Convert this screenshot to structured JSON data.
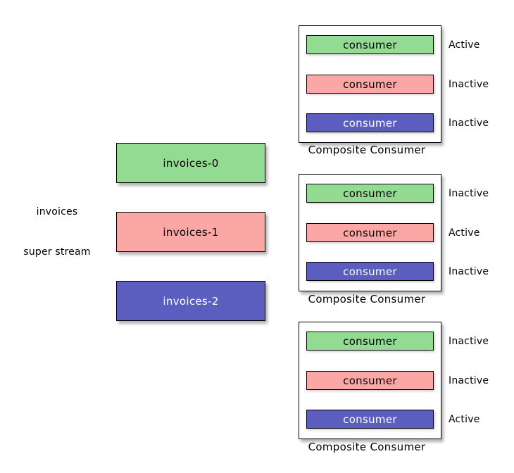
{
  "palette": {
    "green": "#93DB93",
    "pink": "#FBA7A5",
    "blue": "#5B5EBE",
    "border": "#000000",
    "background": "#FFFFFF",
    "text_dark": "#000000",
    "text_light": "#FFFFFF"
  },
  "super_stream": {
    "name_label": "invoices",
    "type_label": "super stream",
    "partitions": [
      {
        "label": "invoices-0",
        "color": "green"
      },
      {
        "label": "invoices-1",
        "color": "pink"
      },
      {
        "label": "invoices-2",
        "color": "blue"
      }
    ]
  },
  "composite_consumers": [
    {
      "label": "Composite Consumer",
      "consumers": [
        {
          "label": "consumer",
          "color": "green",
          "status": "Active"
        },
        {
          "label": "consumer",
          "color": "pink",
          "status": "Inactive"
        },
        {
          "label": "consumer",
          "color": "blue",
          "status": "Inactive"
        }
      ]
    },
    {
      "label": "Composite Consumer",
      "consumers": [
        {
          "label": "consumer",
          "color": "green",
          "status": "Inactive"
        },
        {
          "label": "consumer",
          "color": "pink",
          "status": "Active"
        },
        {
          "label": "consumer",
          "color": "blue",
          "status": "Inactive"
        }
      ]
    },
    {
      "label": "Composite Consumer",
      "consumers": [
        {
          "label": "consumer",
          "color": "green",
          "status": "Inactive"
        },
        {
          "label": "consumer",
          "color": "pink",
          "status": "Inactive"
        },
        {
          "label": "consumer",
          "color": "blue",
          "status": "Active"
        }
      ]
    }
  ]
}
